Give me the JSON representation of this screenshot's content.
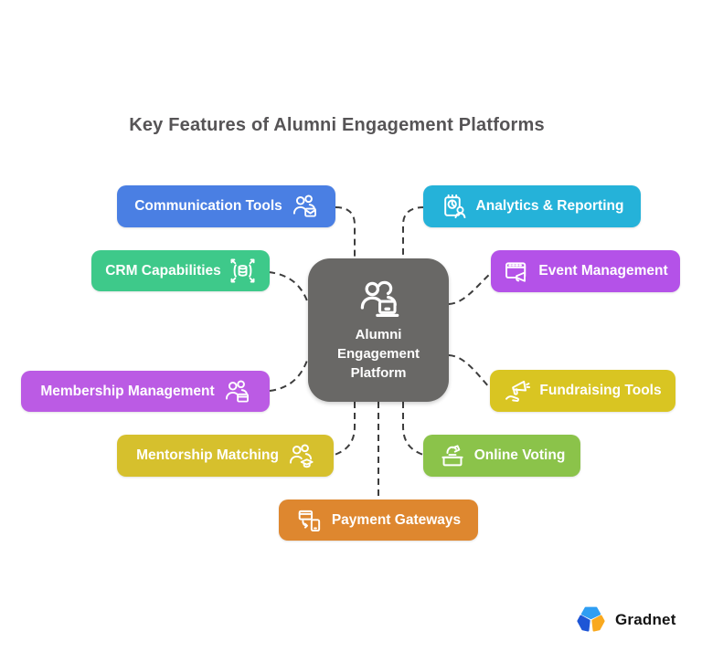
{
  "title": "Key Features of Alumni Engagement Platforms",
  "center": {
    "label": "Alumni Engagement Platform",
    "icon": "people-laptop-icon",
    "color": "#696866"
  },
  "features": [
    {
      "id": "communication-tools",
      "label": "Communication Tools",
      "color": "#4a7fe3",
      "icon": "people-envelope-icon",
      "icon_side": "right"
    },
    {
      "id": "analytics-reporting",
      "label": "Analytics & Reporting",
      "color": "#25b2d9",
      "icon": "clipboard-chart-person-icon",
      "icon_side": "left"
    },
    {
      "id": "crm-capabilities",
      "label": "CRM Capabilities",
      "color": "#3ec98a",
      "icon": "database-expand-icon",
      "icon_side": "right"
    },
    {
      "id": "event-management",
      "label": "Event Management",
      "color": "#b452e8",
      "icon": "calendar-megaphone-icon",
      "icon_side": "left"
    },
    {
      "id": "membership-management",
      "label": "Membership Management",
      "color": "#bb5be4",
      "icon": "people-card-icon",
      "icon_side": "right"
    },
    {
      "id": "fundraising-tools",
      "label": "Fundraising Tools",
      "color": "#d9c522",
      "icon": "hand-megaphone-icon",
      "icon_side": "left"
    },
    {
      "id": "mentorship-matching",
      "label": "Mentorship Matching",
      "color": "#d6c02d",
      "icon": "people-graduation-icon",
      "icon_side": "right"
    },
    {
      "id": "online-voting",
      "label": "Online Voting",
      "color": "#8bc34a",
      "icon": "ballot-box-icon",
      "icon_side": "left"
    },
    {
      "id": "payment-gateways",
      "label": "Payment Gateways",
      "color": "#de872f",
      "icon": "card-phone-icon",
      "icon_side": "left"
    }
  ],
  "connectors": {
    "color": "#3d3d3d",
    "style": "dashed"
  },
  "logo": {
    "text": "Gradnet",
    "icon": "gradnet-hex-logo",
    "colors": {
      "top": "#2f9ef3",
      "left": "#1e56d6",
      "right": "#f9a91f"
    }
  }
}
